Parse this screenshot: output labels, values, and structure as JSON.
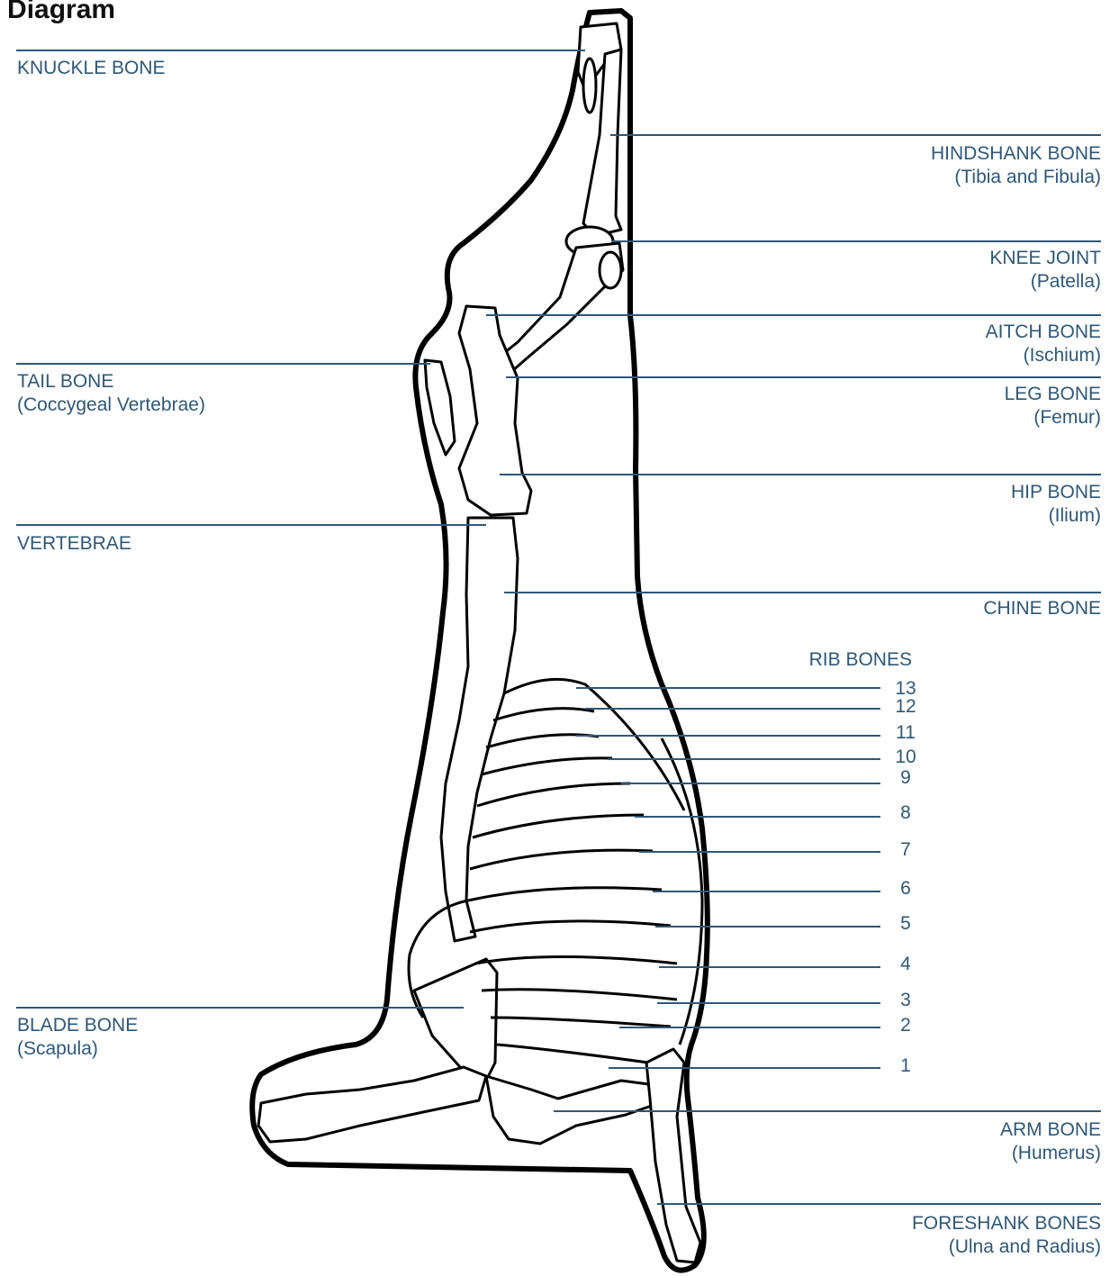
{
  "title": "etal Diagram",
  "colors": {
    "leader": "#2e5878",
    "text": "#2e5878",
    "outline": "#000000"
  },
  "labels": {
    "knuckle": {
      "name": "KNUCKLE BONE"
    },
    "hindshank": {
      "name": "HINDSHANK BONE",
      "sub": "(Tibia and Fibula)"
    },
    "knee": {
      "name": "KNEE JOINT",
      "sub": "(Patella)"
    },
    "aitch": {
      "name": "AITCH BONE",
      "sub": "(Ischium)"
    },
    "tail": {
      "name": "TAIL BONE",
      "sub": "(Coccygeal Vertebrae)"
    },
    "leg": {
      "name": "LEG BONE",
      "sub": "(Femur)"
    },
    "hip": {
      "name": "HIP BONE",
      "sub": "(Ilium)"
    },
    "vertebrae": {
      "name": "VERTEBRAE"
    },
    "chine": {
      "name": "CHINE BONE"
    },
    "ribs": {
      "name": "RIB BONES",
      "numbers": [
        "13",
        "12",
        "11",
        "10",
        "9",
        "8",
        "7",
        "6",
        "5",
        "4",
        "3",
        "2",
        "1"
      ]
    },
    "blade": {
      "name": "BLADE BONE",
      "sub": "(Scapula)"
    },
    "arm": {
      "name": "ARM BONE",
      "sub": "(Humerus)"
    },
    "foreshank": {
      "name": "FORESHANK BONES",
      "sub": "(Ulna and Radius)"
    }
  }
}
